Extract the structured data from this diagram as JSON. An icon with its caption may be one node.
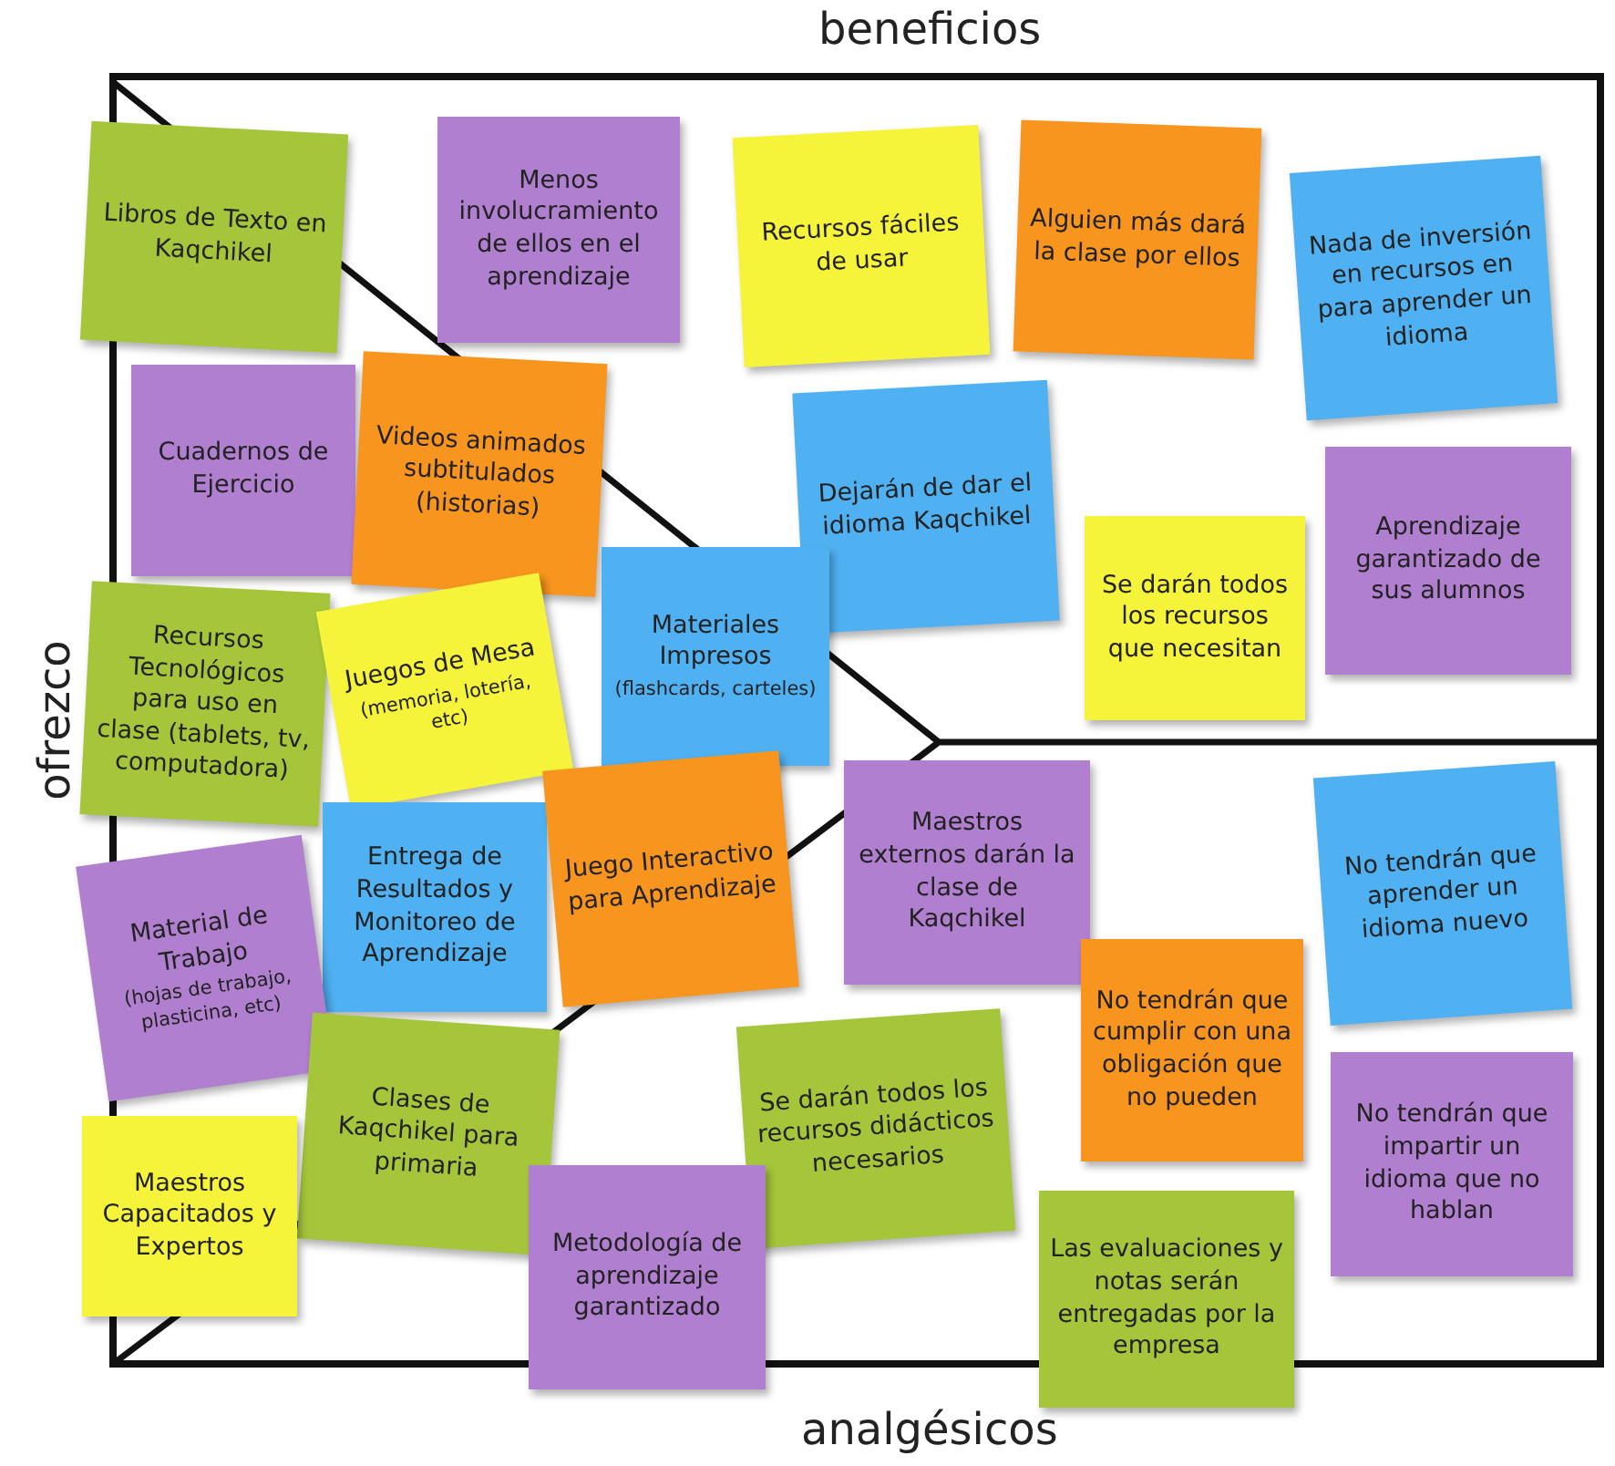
{
  "diagram": {
    "nodes": [
      {
        "text": [
          "Libros de Texto en Kaqchikel"
        ]
      },
      {
        "text": [
          "Menos involucramiento de ellos en el aprendizaje"
        ]
      },
      {
        "text": [
          "Recursos fáciles de usar"
        ]
      },
      {
        "text": [
          "Alguien más dará la clase por ellos"
        ]
      },
      {
        "text": [
          "Nada de inversión en recursos en para aprender un idioma"
        ]
      },
      {
        "text": [
          "Cuadernos de Ejercicio"
        ]
      },
      {
        "text": [
          "Videos animados subtitulados (historias)"
        ]
      },
      {
        "text": [
          "Dejarán de dar el idioma Kaqchikel"
        ]
      },
      {
        "text": [
          "Aprendizaje garantizado de sus alumnos"
        ]
      },
      {
        "text": [
          "Materiales Impresos",
          "(flashcards, carteles)"
        ]
      },
      {
        "text": [
          "Se darán todos los recursos que necesitan"
        ]
      },
      {
        "text": [
          "Recursos Tecnológicos para uso en clase (tablets, tv, computadora)"
        ]
      },
      {
        "text": [
          "Juegos de Mesa",
          "(memoria, lotería, etc)"
        ]
      },
      {
        "text": [
          "Entrega de Resultados y Monitoreo de Aprendizaje"
        ]
      },
      {
        "text": [
          "Juego Interactivo para Aprendizaje"
        ]
      },
      {
        "text": [
          "Maestros externos darán la clase de Kaqchikel"
        ]
      },
      {
        "text": [
          "No tendrán que aprender un idioma nuevo"
        ]
      },
      {
        "text": [
          "Material de Trabajo",
          "(hojas de trabajo, plasticina, etc)"
        ]
      },
      {
        "text": [
          "No tendrán que cumplir con una obligación que no pueden"
        ]
      },
      {
        "text": [
          "Clases de Kaqchikel para primaria"
        ]
      },
      {
        "text": [
          "Se darán todos los recursos didácticos necesarios"
        ]
      },
      {
        "text": [
          "No tendrán que impartir un idioma que no hablan"
        ]
      },
      {
        "text": [
          "Maestros Capacitados y Expertos"
        ]
      },
      {
        "text": [
          "Metodología de aprendizaje garantizado"
        ]
      },
      {
        "text": [
          "Las evaluaciones y notas serán entregadas por la empresa"
        ]
      }
    ],
    "labels": [
      "beneficios",
      "ofrezco",
      "analgésicos"
    ]
  }
}
